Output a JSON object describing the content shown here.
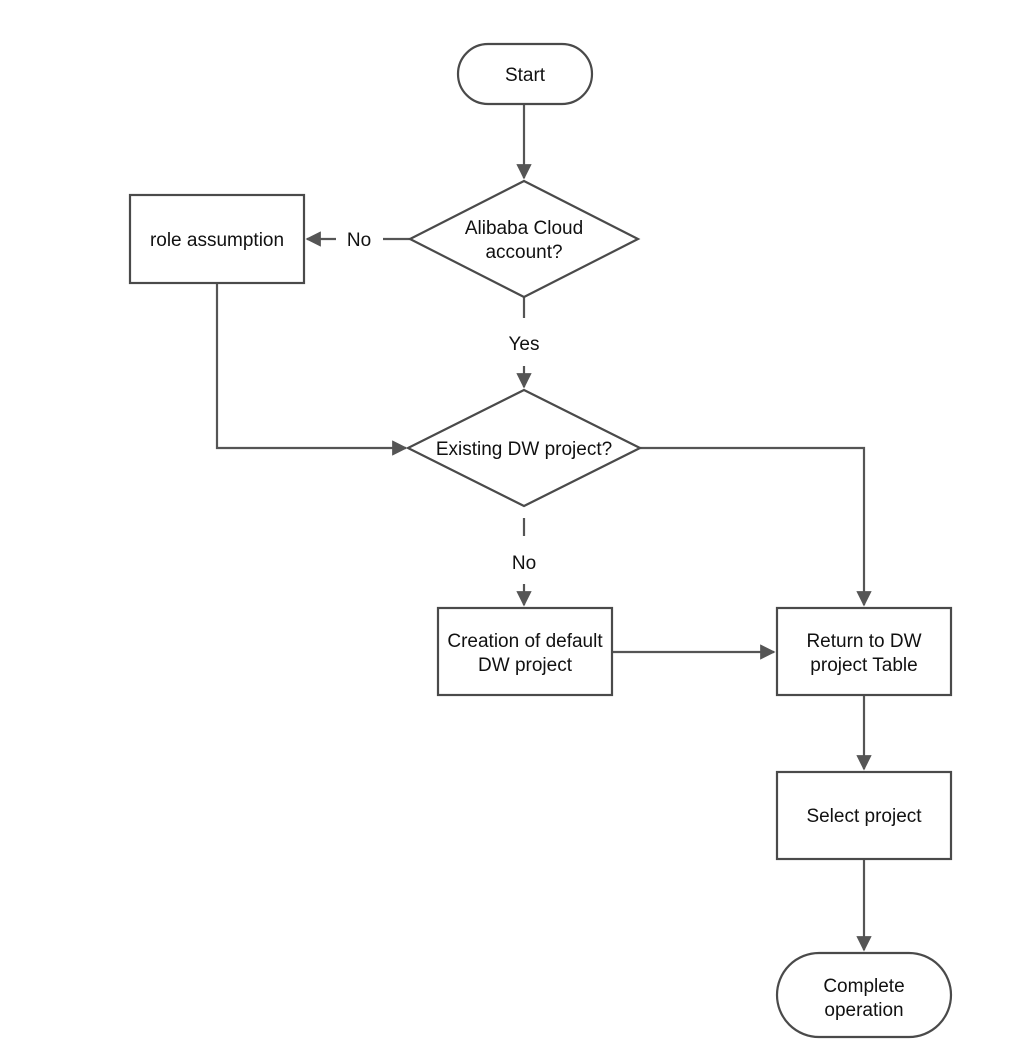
{
  "nodes": {
    "start": "Start",
    "decision_account": [
      "Alibaba Cloud",
      "account?"
    ],
    "role_assumption": "role assumption",
    "decision_project": "Existing DW project?",
    "create_default": [
      "Creation of default",
      "DW project"
    ],
    "return_table": [
      "Return to DW",
      "project Table"
    ],
    "select_project": "Select project",
    "complete": [
      "Complete",
      "operation"
    ]
  },
  "edge_labels": {
    "account_no": "No",
    "account_yes": "Yes",
    "project_no": "No"
  },
  "colors": {
    "stroke": "#4a4a4a",
    "text": "#111111",
    "background": "#ffffff"
  }
}
